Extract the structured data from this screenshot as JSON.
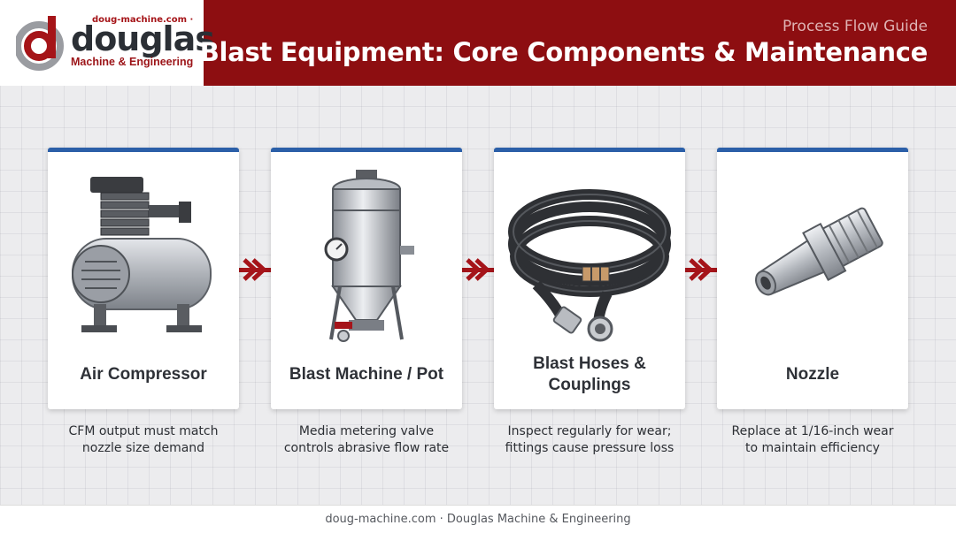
{
  "brand": {
    "url": "doug-machine.com ·",
    "name": "douglas",
    "subtitle": "Machine & Engineering"
  },
  "header": {
    "kicker": "Process Flow Guide",
    "title": "Blast Equipment: Core Components & Maintenance"
  },
  "steps": [
    {
      "title": "Air Compressor",
      "title_line2": "",
      "desc_line1": "CFM output must match",
      "desc_line2": "nozzle size demand",
      "icon": "air-compressor-icon"
    },
    {
      "title": "Blast Machine / Pot",
      "title_line2": "",
      "desc_line1": "Media metering valve",
      "desc_line2": "controls abrasive flow rate",
      "icon": "blast-pot-icon"
    },
    {
      "title": "Blast Hoses &",
      "title_line2": "Couplings",
      "desc_line1": "Inspect regularly for wear;",
      "desc_line2": "fittings cause pressure loss",
      "icon": "blast-hose-icon"
    },
    {
      "title": "Nozzle",
      "title_line2": "",
      "desc_line1": "Replace at 1/16-inch wear",
      "desc_line2": "to maintain efficiency",
      "icon": "nozzle-icon"
    }
  ],
  "footer": {
    "text": "doug-machine.com · Douglas Machine & Engineering"
  },
  "colors": {
    "brand_red": "#8d0e11",
    "accent_blue": "#2b5fa8",
    "flow_red": "#a5141a"
  }
}
